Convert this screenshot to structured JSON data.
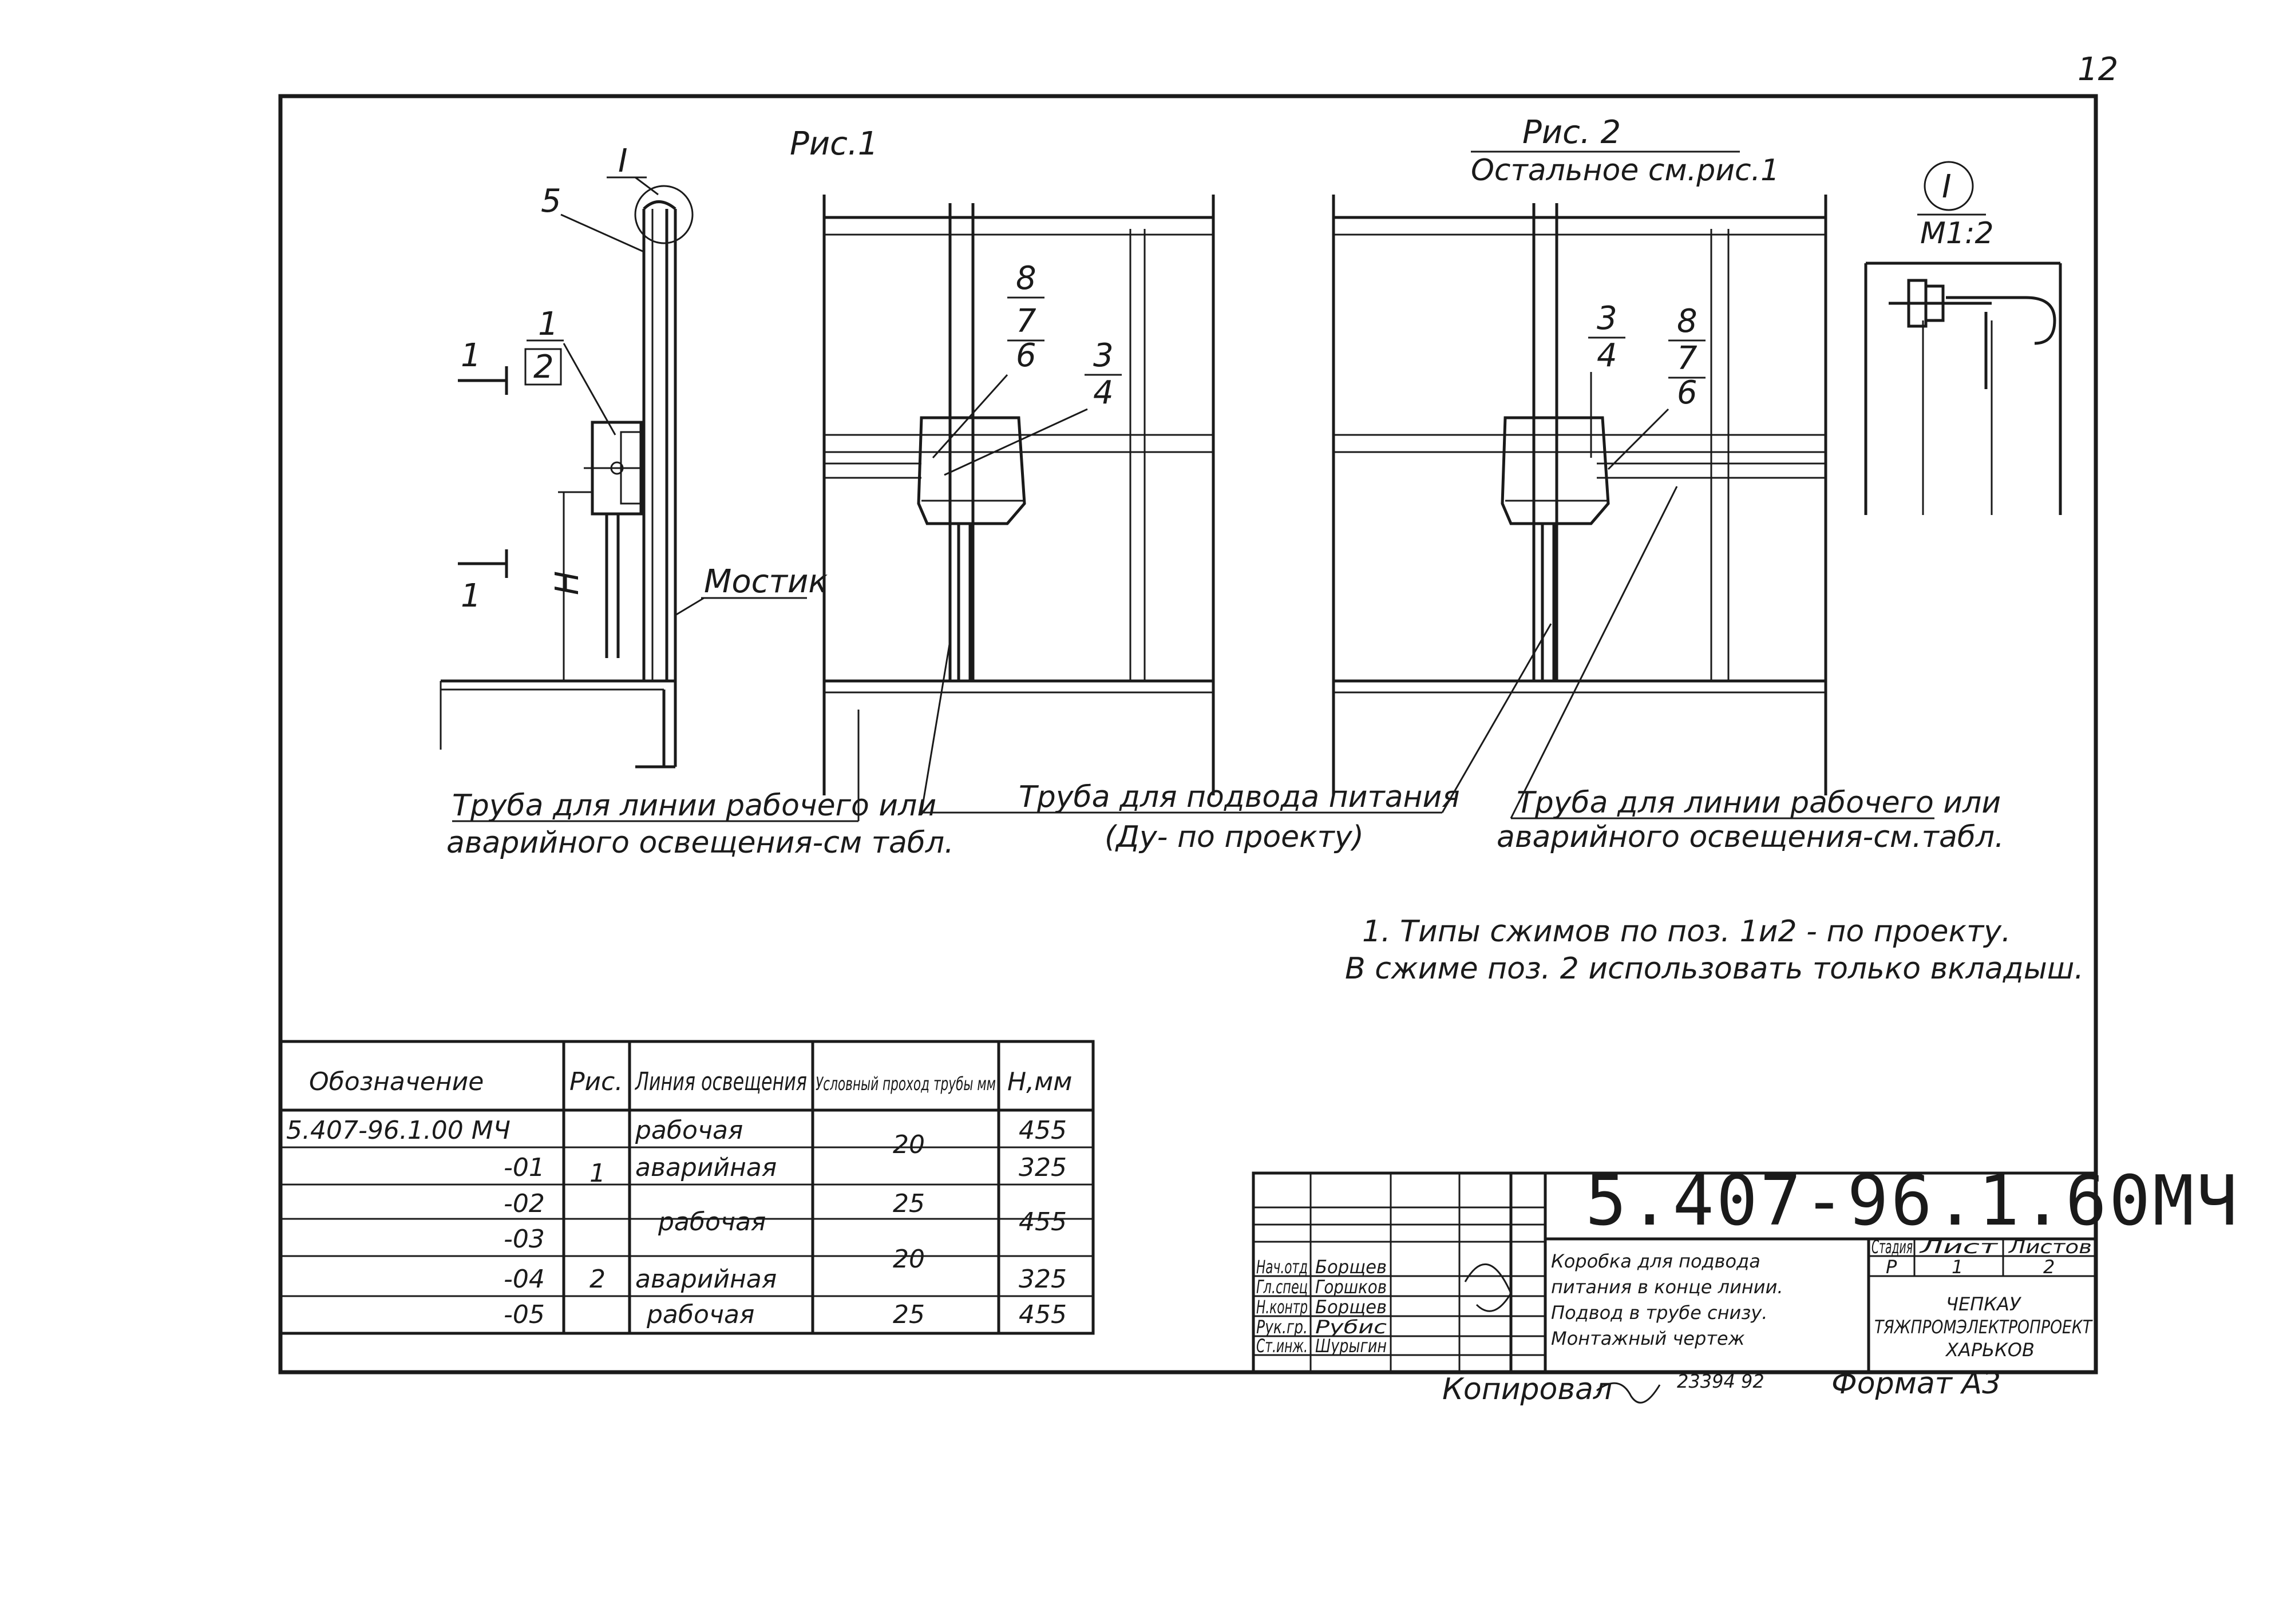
{
  "page_number": "12",
  "fig1": {
    "title": "Рис.1",
    "section_mark": "I",
    "cut_label": "1",
    "pos_labels": [
      "5",
      "1",
      "2"
    ],
    "h_label": "Н",
    "bridge_label": "Мостик",
    "pos_group_a": [
      "8",
      "7",
      "6"
    ],
    "pos_group_b": [
      "3",
      "4"
    ]
  },
  "fig2": {
    "title": "Рис. 2",
    "subtitle": "Остальное см.рис.1",
    "pos_group_a": [
      "3",
      "4"
    ],
    "pos_group_b": [
      "8",
      "7",
      "6"
    ]
  },
  "detail": {
    "mark": "I",
    "scale": "М1:2"
  },
  "captions": {
    "left_line1": "Труба для линии рабочего или",
    "left_line2": "аварийного освещения-см табл.",
    "mid_line1": "Труба для подвода питания",
    "mid_line2": "(Ду- по проекту)",
    "right_line1": "Труба для линии рабочего или",
    "right_line2": "аварийного освещения-см.табл."
  },
  "notes": [
    "1. Типы сжимов по поз. 1и2 - по проекту.",
    "В сжиме поз. 2 использовать только вкладыш."
  ],
  "table": {
    "headers": [
      "Обозначение",
      "Рис.",
      "Линия освещения",
      "Условный проход трубы мм",
      "Н,мм"
    ],
    "rows": [
      [
        "5.407-96.1.00 МЧ",
        "",
        "рабочая",
        "20",
        "455"
      ],
      [
        "-01",
        "1",
        "аварийная",
        "",
        "325"
      ],
      [
        "-02",
        "",
        "рабочая",
        "25",
        "455"
      ],
      [
        "-03",
        "",
        "",
        "20",
        ""
      ],
      [
        "-04",
        "2",
        "аварийная",
        "",
        "325"
      ],
      [
        "-05",
        "",
        "рабочая",
        "25",
        "455"
      ]
    ]
  },
  "title_block": {
    "code": "5.407-96.1.60МЧ",
    "description": [
      "Коробка для подвода",
      "питания в конце линии.",
      "Подвод в трубе снизу.",
      "Монтажный чертеж"
    ],
    "roles": [
      "Нач.отд",
      "Гл.спец",
      "Н.контр",
      "Рук.гр.",
      "Ст.инж."
    ],
    "names": [
      "Борщев",
      "Горшков",
      "Борщев",
      "Рубис",
      "Шурыгин"
    ],
    "stage_headers": [
      "Стадия",
      "Лист",
      "Листов"
    ],
    "stage_values": [
      "Р",
      "1",
      "2"
    ],
    "org": [
      "ЧЕПКАУ",
      "ТЯЖПРОМЭЛЕКТРОПРОЕКТ",
      "ХАРЬКОВ"
    ],
    "copied": "Копировал",
    "format": "Формат А3",
    "copied_date": "23394 92"
  }
}
